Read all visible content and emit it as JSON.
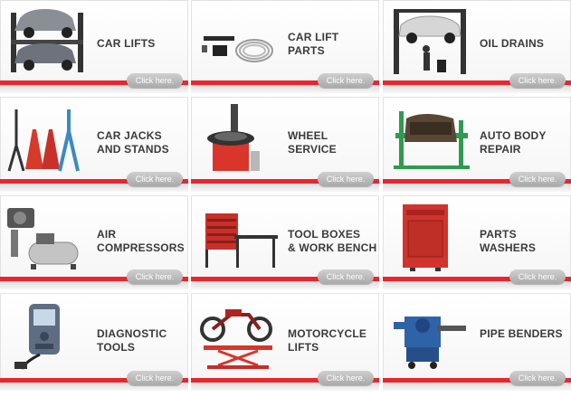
{
  "tiles": [
    {
      "label1": "CAR LIFTS",
      "label2": "",
      "button": "Click here."
    },
    {
      "label1": "CAR LIFT",
      "label2": "PARTS",
      "button": "Click here."
    },
    {
      "label1": "OIL DRAINS",
      "label2": "",
      "button": "Click here."
    },
    {
      "label1": "CAR JACKS",
      "label2": "AND STANDS",
      "button": "Click here."
    },
    {
      "label1": "WHEEL",
      "label2": "SERVICE",
      "button": "Click here."
    },
    {
      "label1": "AUTO BODY",
      "label2": "REPAIR",
      "button": "Click here."
    },
    {
      "label1": "AIR",
      "label2": "COMPRESSORS",
      "button": "Click here."
    },
    {
      "label1": "TOOL BOXES",
      "label2": "& WORK BENCH",
      "button": "Click here."
    },
    {
      "label1": "PARTS",
      "label2": "WASHERS",
      "button": "Click here."
    },
    {
      "label1": "DIAGNOSTIC",
      "label2": "TOOLS",
      "button": "Click here."
    },
    {
      "label1": "MOTORCYCLE",
      "label2": "LIFTS",
      "button": "Click here."
    },
    {
      "label1": "PIPE BENDERS",
      "label2": "",
      "button": "Click here."
    }
  ],
  "colors": {
    "accent": "#e8262e",
    "button": "#b5b5b5",
    "text": "#3a3a3a"
  }
}
